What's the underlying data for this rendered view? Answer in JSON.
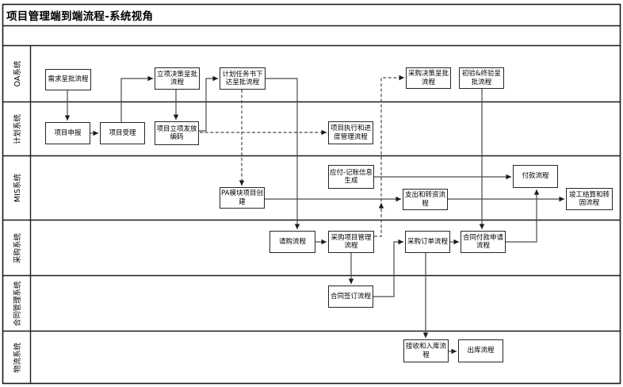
{
  "title": "项目管理端到端流程-系统视角",
  "colors": {
    "background": "#ffffff",
    "frame_line": "#1a1a1a",
    "connector_line": "#4a4a4a",
    "arrowhead": "#1a1a1a",
    "node_fill": "#ffffff",
    "node_border": "#262626",
    "text": "#000000"
  },
  "lanes": [
    {
      "id": "oa",
      "label": "OA系统"
    },
    {
      "id": "plan",
      "label": "计划系统"
    },
    {
      "id": "mis",
      "label": "MIS系统"
    },
    {
      "id": "procurement",
      "label": "采购系统"
    },
    {
      "id": "contract",
      "label": "合同管理系统"
    },
    {
      "id": "logistics",
      "label": "物流系统"
    }
  ],
  "nodes": [
    {
      "id": "req_approval",
      "lane": "oa",
      "label": "需求呈批流程"
    },
    {
      "id": "init_decision",
      "lane": "oa",
      "label": "立项决策呈批流程"
    },
    {
      "id": "plan_task",
      "lane": "oa",
      "label": "计划任务书下达呈批流程"
    },
    {
      "id": "proc_decision",
      "lane": "oa",
      "label": "采购决策呈批流程"
    },
    {
      "id": "acceptance",
      "lane": "oa",
      "label": "初验&终验呈批流程"
    },
    {
      "id": "proj_declare",
      "lane": "plan",
      "label": "项目申报"
    },
    {
      "id": "proj_accept",
      "lane": "plan",
      "label": "项目受理"
    },
    {
      "id": "proj_code",
      "lane": "plan",
      "label": "项目立项发放编码"
    },
    {
      "id": "proj_exec",
      "lane": "plan",
      "label": "项目执行和进度管理流程"
    },
    {
      "id": "pa_create",
      "lane": "mis",
      "label": "PA模块项目创建"
    },
    {
      "id": "payable_gen",
      "lane": "mis",
      "label": "应付-记账信息生成"
    },
    {
      "id": "expenditure",
      "lane": "mis",
      "label": "支出和转资流程"
    },
    {
      "id": "payment",
      "lane": "mis",
      "label": "付款流程"
    },
    {
      "id": "completion",
      "lane": "mis",
      "label": "竣工结算和转固流程"
    },
    {
      "id": "requisition",
      "lane": "procurement",
      "label": "请购流程"
    },
    {
      "id": "proc_mgmt",
      "lane": "procurement",
      "label": "采购项目管理流程"
    },
    {
      "id": "purchase_order",
      "lane": "procurement",
      "label": "采购订单流程"
    },
    {
      "id": "contract_payment",
      "lane": "procurement",
      "label": "合同付款申请流程"
    },
    {
      "id": "contract_sign",
      "lane": "contract",
      "label": "合同签订流程"
    },
    {
      "id": "receive",
      "lane": "logistics",
      "label": "接收和入库流程"
    },
    {
      "id": "outbound",
      "lane": "logistics",
      "label": "出库流程"
    }
  ],
  "connectors": [
    {
      "from": "req_approval",
      "to": "proj_declare",
      "style": "solid"
    },
    {
      "from": "proj_declare",
      "to": "proj_accept",
      "style": "solid"
    },
    {
      "from": "proj_accept",
      "to": "init_decision",
      "style": "solid"
    },
    {
      "from": "init_decision",
      "to": "proj_code",
      "style": "solid"
    },
    {
      "from": "proj_code",
      "to": "plan_task",
      "style": "solid"
    },
    {
      "from": "plan_task",
      "to": "requisition",
      "style": "solid"
    },
    {
      "from": "requisition",
      "to": "proc_mgmt",
      "style": "solid"
    },
    {
      "from": "proc_mgmt",
      "to": "contract_sign",
      "style": "solid"
    },
    {
      "from": "contract_sign",
      "to": "purchase_order",
      "style": "solid"
    },
    {
      "from": "purchase_order",
      "to": "contract_payment",
      "style": "solid"
    },
    {
      "from": "purchase_order",
      "to": "receive",
      "style": "solid"
    },
    {
      "from": "receive",
      "to": "outbound",
      "style": "solid"
    },
    {
      "from": "contract_payment",
      "to": "payment",
      "style": "solid"
    },
    {
      "from": "payable_gen",
      "to": "payment",
      "style": "solid"
    },
    {
      "from": "pa_create",
      "to": "expenditure",
      "style": "solid"
    },
    {
      "from": "expenditure",
      "to": "completion",
      "style": "solid"
    },
    {
      "from": "acceptance",
      "to": "contract_payment",
      "style": "solid"
    },
    {
      "from": "proj_code",
      "to": "proj_exec",
      "style": "dashed"
    },
    {
      "from": "plan_task",
      "to": "pa_create",
      "style": "dashed"
    },
    {
      "from": "proc_mgmt",
      "to": "proc_decision",
      "style": "dashed"
    },
    {
      "from": "proc_mgmt",
      "to": "expenditure_flow",
      "style": "dashed"
    }
  ]
}
